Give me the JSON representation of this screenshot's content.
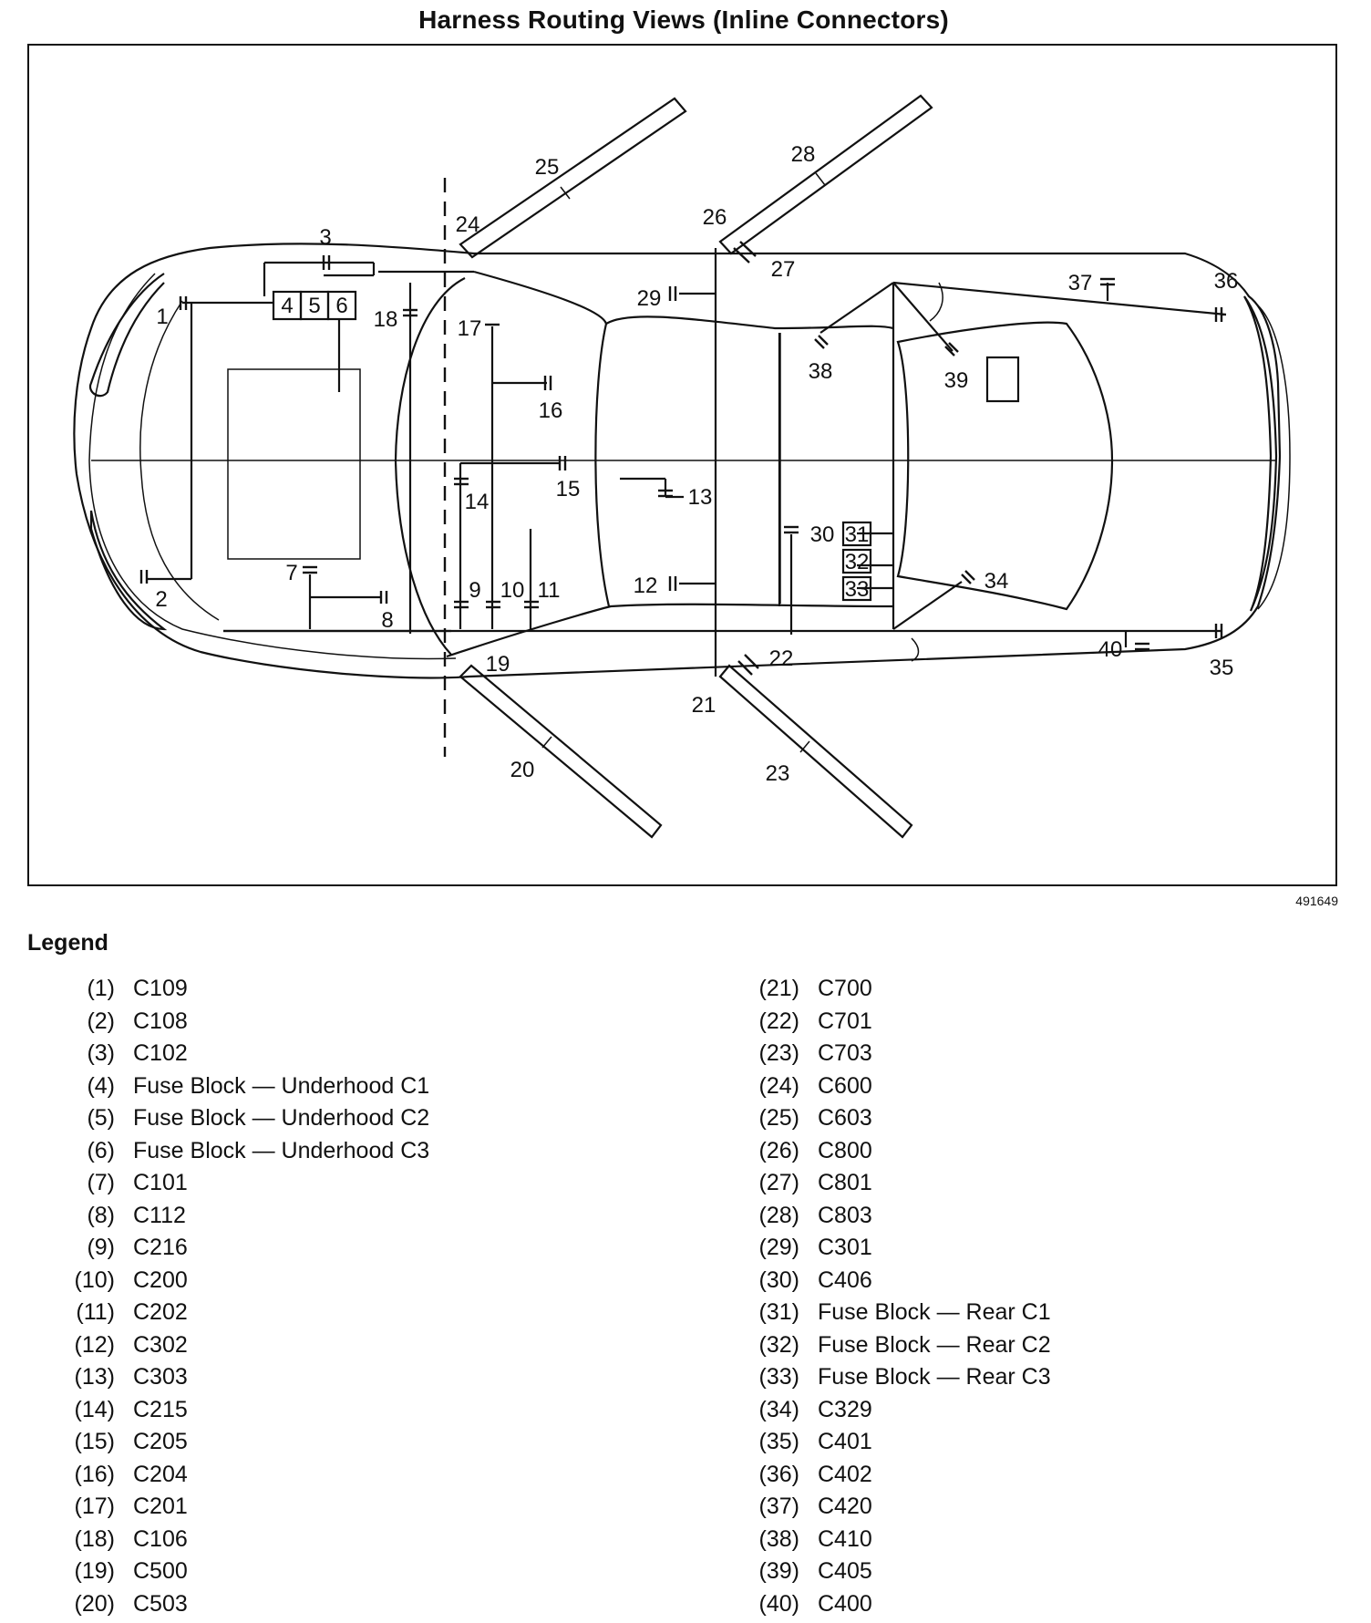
{
  "title": "Harness Routing Views (Inline Connectors)",
  "figure_id": "491649",
  "legend_title": "Legend",
  "callouts": [
    "1",
    "2",
    "3",
    "4",
    "5",
    "6",
    "7",
    "8",
    "9",
    "10",
    "11",
    "12",
    "13",
    "14",
    "15",
    "16",
    "17",
    "18",
    "19",
    "20",
    "21",
    "22",
    "23",
    "24",
    "25",
    "26",
    "27",
    "28",
    "29",
    "30",
    "31",
    "32",
    "33",
    "34",
    "35",
    "36",
    "37",
    "38",
    "39",
    "40"
  ],
  "legend": [
    {
      "num": "(1)",
      "text": "C109"
    },
    {
      "num": "(2)",
      "text": "C108"
    },
    {
      "num": "(3)",
      "text": "C102"
    },
    {
      "num": "(4)",
      "text": "Fuse Block — Underhood C1"
    },
    {
      "num": "(5)",
      "text": "Fuse Block — Underhood C2"
    },
    {
      "num": "(6)",
      "text": "Fuse Block — Underhood C3"
    },
    {
      "num": "(7)",
      "text": "C101"
    },
    {
      "num": "(8)",
      "text": "C112"
    },
    {
      "num": "(9)",
      "text": "C216"
    },
    {
      "num": "(10)",
      "text": "C200"
    },
    {
      "num": "(11)",
      "text": "C202"
    },
    {
      "num": "(12)",
      "text": "C302"
    },
    {
      "num": "(13)",
      "text": "C303"
    },
    {
      "num": "(14)",
      "text": "C215"
    },
    {
      "num": "(15)",
      "text": "C205"
    },
    {
      "num": "(16)",
      "text": "C204"
    },
    {
      "num": "(17)",
      "text": "C201"
    },
    {
      "num": "(18)",
      "text": "C106"
    },
    {
      "num": "(19)",
      "text": "C500"
    },
    {
      "num": "(20)",
      "text": "C503"
    },
    {
      "num": "(21)",
      "text": "C700"
    },
    {
      "num": "(22)",
      "text": "C701"
    },
    {
      "num": "(23)",
      "text": "C703"
    },
    {
      "num": "(24)",
      "text": "C600"
    },
    {
      "num": "(25)",
      "text": "C603"
    },
    {
      "num": "(26)",
      "text": "C800"
    },
    {
      "num": "(27)",
      "text": "C801"
    },
    {
      "num": "(28)",
      "text": "C803"
    },
    {
      "num": "(29)",
      "text": "C301"
    },
    {
      "num": "(30)",
      "text": "C406"
    },
    {
      "num": "(31)",
      "text": "Fuse Block — Rear C1"
    },
    {
      "num": "(32)",
      "text": "Fuse Block — Rear C2"
    },
    {
      "num": "(33)",
      "text": "Fuse Block — Rear C3"
    },
    {
      "num": "(34)",
      "text": "C329"
    },
    {
      "num": "(35)",
      "text": "C401"
    },
    {
      "num": "(36)",
      "text": "C402"
    },
    {
      "num": "(37)",
      "text": "C420"
    },
    {
      "num": "(38)",
      "text": "C410"
    },
    {
      "num": "(39)",
      "text": "C405"
    },
    {
      "num": "(40)",
      "text": "C400"
    }
  ]
}
